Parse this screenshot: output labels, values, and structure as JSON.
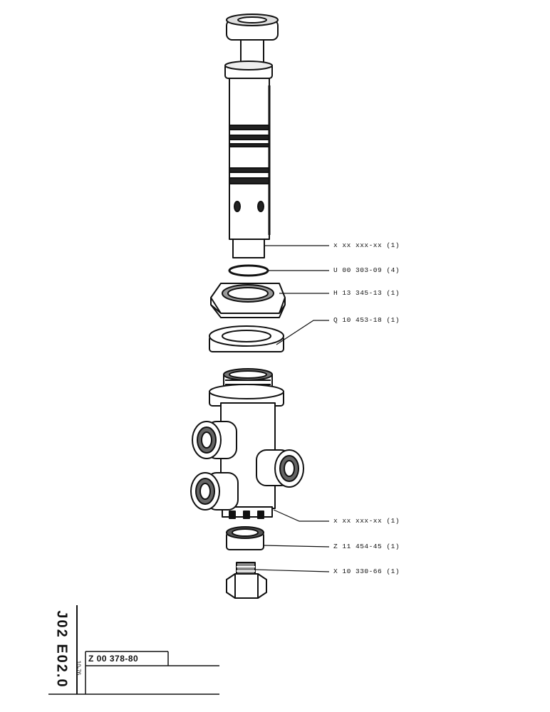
{
  "callouts": [
    {
      "id": "piston",
      "text": "x xx xxx-xx (1)"
    },
    {
      "id": "oring",
      "text": "U 00 303-09 (4)"
    },
    {
      "id": "nut",
      "text": "H 13 345-13 (1)"
    },
    {
      "id": "washer",
      "text": "Q 10 453-18 (1)"
    },
    {
      "id": "body",
      "text": "x xx xxx-xx (1)"
    },
    {
      "id": "ring",
      "text": "Z 11 454-45 (1)"
    },
    {
      "id": "plug",
      "text": "X 10 330-66 (1)"
    }
  ],
  "title_block": {
    "doc_code": "J02 E02.0",
    "revision_date": "10-76",
    "part_number": "Z 00 378-80"
  }
}
